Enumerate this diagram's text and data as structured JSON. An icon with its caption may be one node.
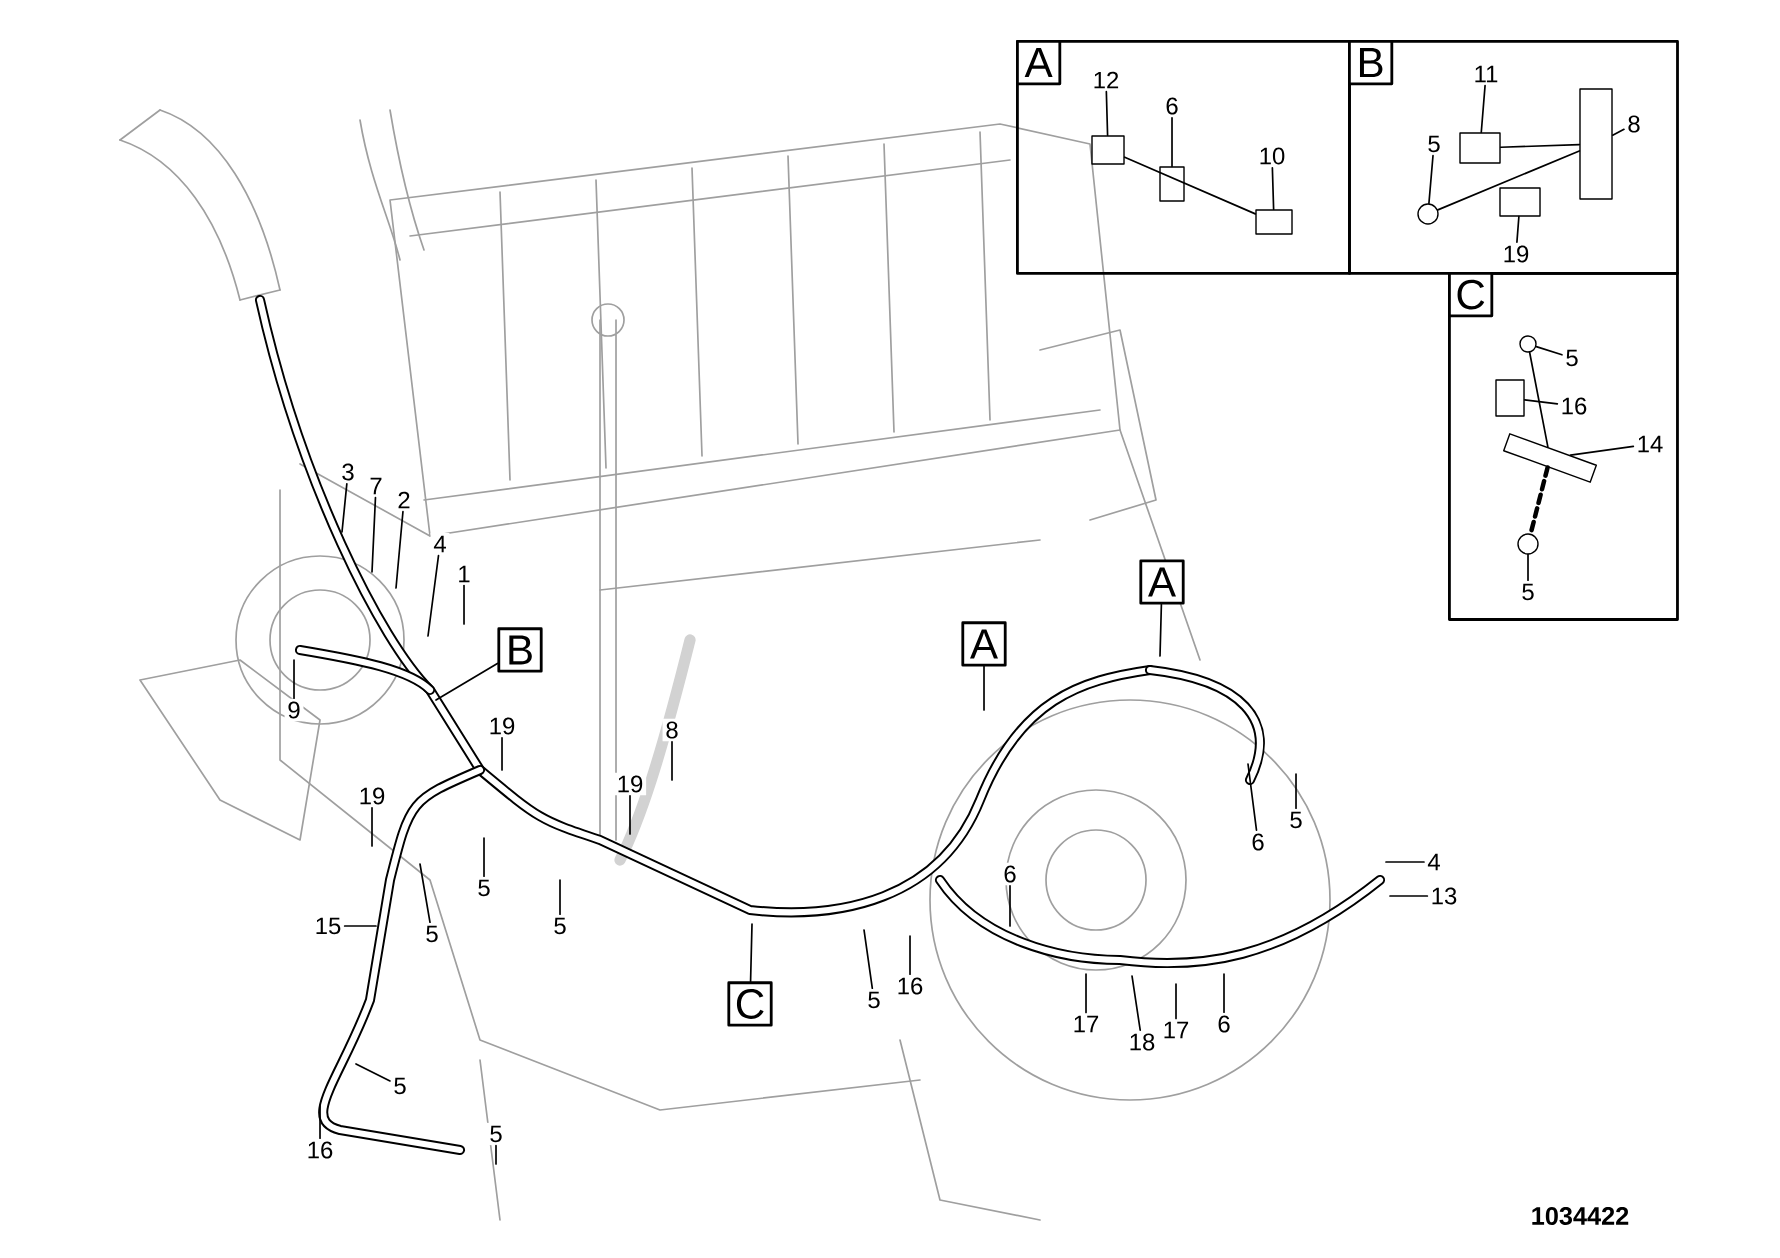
{
  "diagram": {
    "nodes": [
      {
        "text": [],
        "shape": "box"
      },
      {
        "text": [
          "A"
        ],
        "in": 0
      },
      {
        "text": [
          "12"
        ],
        "in": 0
      },
      {
        "text": [
          "6"
        ],
        "in": 0
      },
      {
        "text": [
          "10"
        ],
        "in": 0
      },
      {
        "text": [],
        "shape": "box"
      },
      {
        "text": [
          "B"
        ],
        "in": 5
      },
      {
        "text": [
          "11"
        ],
        "in": 5
      },
      {
        "text": [
          "8"
        ],
        "in": 5
      },
      {
        "text": [
          "5"
        ],
        "in": 5
      },
      {
        "text": [
          "19"
        ],
        "in": 5
      },
      {
        "text": [],
        "shape": "box"
      },
      {
        "text": [
          "C"
        ],
        "in": 11
      },
      {
        "text": [
          "5"
        ],
        "in": 11
      },
      {
        "text": [
          "16"
        ],
        "in": 11
      },
      {
        "text": [
          "14"
        ],
        "in": 11
      },
      {
        "text": [
          "5"
        ],
        "in": 11
      },
      {
        "text": [
          "3"
        ]
      },
      {
        "text": [
          "7"
        ]
      },
      {
        "text": [
          "2"
        ]
      },
      {
        "text": [
          "4"
        ]
      },
      {
        "text": [
          "1"
        ]
      },
      {
        "text": [
          "A"
        ]
      },
      {
        "text": [
          "B"
        ]
      },
      {
        "text": [
          "A"
        ]
      },
      {
        "text": [
          "9"
        ]
      },
      {
        "text": [
          "19"
        ]
      },
      {
        "text": [
          "8"
        ]
      },
      {
        "text": [
          "19"
        ]
      },
      {
        "text": [
          "19"
        ]
      },
      {
        "text": [
          "5"
        ]
      },
      {
        "text": [
          "6"
        ]
      },
      {
        "text": [
          "4"
        ]
      },
      {
        "text": [
          "5"
        ]
      },
      {
        "text": [
          "6"
        ]
      },
      {
        "text": [
          "13"
        ]
      },
      {
        "text": [
          "15"
        ]
      },
      {
        "text": [
          "5"
        ]
      },
      {
        "text": [
          "5"
        ]
      },
      {
        "text": [
          "16"
        ]
      },
      {
        "text": [
          "5"
        ]
      },
      {
        "text": [
          "C"
        ]
      },
      {
        "text": [
          "17"
        ]
      },
      {
        "text": [
          "6"
        ]
      },
      {
        "text": [
          "17"
        ]
      },
      {
        "text": [
          "18"
        ]
      },
      {
        "text": [
          "5"
        ]
      },
      {
        "text": [
          "5"
        ]
      },
      {
        "text": [
          "16"
        ]
      },
      {
        "text": [],
        "shape": "box",
        "in": 0
      },
      {
        "text": [],
        "shape": "box",
        "in": 0
      },
      {
        "text": [],
        "shape": "box",
        "in": 0
      },
      {
        "text": [],
        "shape": "box",
        "in": 5
      },
      {
        "text": [],
        "shape": "box",
        "in": 5
      },
      {
        "text": [],
        "shape": "circle",
        "in": 5
      },
      {
        "text": [],
        "shape": "box",
        "in": 5
      },
      {
        "text": [],
        "shape": "circle",
        "in": 11
      },
      {
        "text": [],
        "shape": "box",
        "in": 11
      },
      {
        "text": [],
        "shape": "box",
        "in": 11
      },
      {
        "text": [],
        "shape": "circle",
        "in": 11
      }
    ],
    "edges": [
      {
        "from": 2,
        "to": 49,
        "arrow": "none"
      },
      {
        "from": 3,
        "to": 50,
        "arrow": "none"
      },
      {
        "from": 4,
        "to": 51,
        "arrow": "none"
      },
      {
        "from": 7,
        "to": 52,
        "arrow": "none"
      },
      {
        "from": 8,
        "to": 53,
        "arrow": "none"
      },
      {
        "from": 9,
        "to": 54,
        "arrow": "none"
      },
      {
        "from": 10,
        "to": 55,
        "arrow": "none"
      },
      {
        "from": 13,
        "to": 56,
        "arrow": "none"
      },
      {
        "from": 14,
        "to": 57,
        "arrow": "none"
      },
      {
        "from": 15,
        "to": 58,
        "arrow": "none"
      },
      {
        "from": 16,
        "to": 59,
        "arrow": "none"
      },
      {
        "from": 17,
        "to": null,
        "arrow": "none"
      },
      {
        "from": 18,
        "to": null,
        "arrow": "none"
      },
      {
        "from": 19,
        "to": null,
        "arrow": "none"
      },
      {
        "from": 20,
        "to": null,
        "arrow": "none"
      },
      {
        "from": 21,
        "to": null,
        "arrow": "none"
      },
      {
        "from": 22,
        "to": null,
        "arrow": "none"
      },
      {
        "from": 23,
        "to": null,
        "arrow": "none"
      },
      {
        "from": 24,
        "to": null,
        "arrow": "none"
      },
      {
        "from": 25,
        "to": null,
        "arrow": "none"
      },
      {
        "from": 26,
        "to": null,
        "arrow": "none"
      },
      {
        "from": 27,
        "to": null,
        "arrow": "none"
      },
      {
        "from": 28,
        "to": null,
        "arrow": "none"
      },
      {
        "from": 29,
        "to": null,
        "arrow": "none"
      },
      {
        "from": 30,
        "to": null,
        "arrow": "none"
      },
      {
        "from": 31,
        "to": null,
        "arrow": "none"
      },
      {
        "from": 32,
        "to": null,
        "arrow": "none"
      },
      {
        "from": 33,
        "to": null,
        "arrow": "none"
      },
      {
        "from": 34,
        "to": null,
        "arrow": "none"
      },
      {
        "from": 35,
        "to": null,
        "arrow": "none"
      },
      {
        "from": 36,
        "to": null,
        "arrow": "none"
      },
      {
        "from": 37,
        "to": null,
        "arrow": "none"
      },
      {
        "from": 38,
        "to": null,
        "arrow": "none"
      },
      {
        "from": 39,
        "to": null,
        "arrow": "none"
      },
      {
        "from": 40,
        "to": null,
        "arrow": "none"
      },
      {
        "from": 41,
        "to": null,
        "arrow": "none"
      },
      {
        "from": 42,
        "to": null,
        "arrow": "none"
      },
      {
        "from": 43,
        "to": null,
        "arrow": "none"
      },
      {
        "from": 44,
        "to": null,
        "arrow": "none"
      },
      {
        "from": 45,
        "to": null,
        "arrow": "none"
      },
      {
        "from": 46,
        "to": null,
        "arrow": "none"
      },
      {
        "from": 47,
        "to": null,
        "arrow": "none"
      },
      {
        "from": 48,
        "to": null,
        "arrow": "none"
      },
      {
        "from": 49,
        "to": 51,
        "arrow": "none"
      },
      {
        "from": 52,
        "to": 53,
        "arrow": "none"
      },
      {
        "from": 54,
        "to": 53,
        "arrow": "none"
      },
      {
        "from": 56,
        "to": 58,
        "arrow": "none"
      },
      {
        "from": 58,
        "to": 59,
        "arrow": "none",
        "style": "dashed"
      }
    ],
    "labels": [
      "1034422"
    ]
  }
}
